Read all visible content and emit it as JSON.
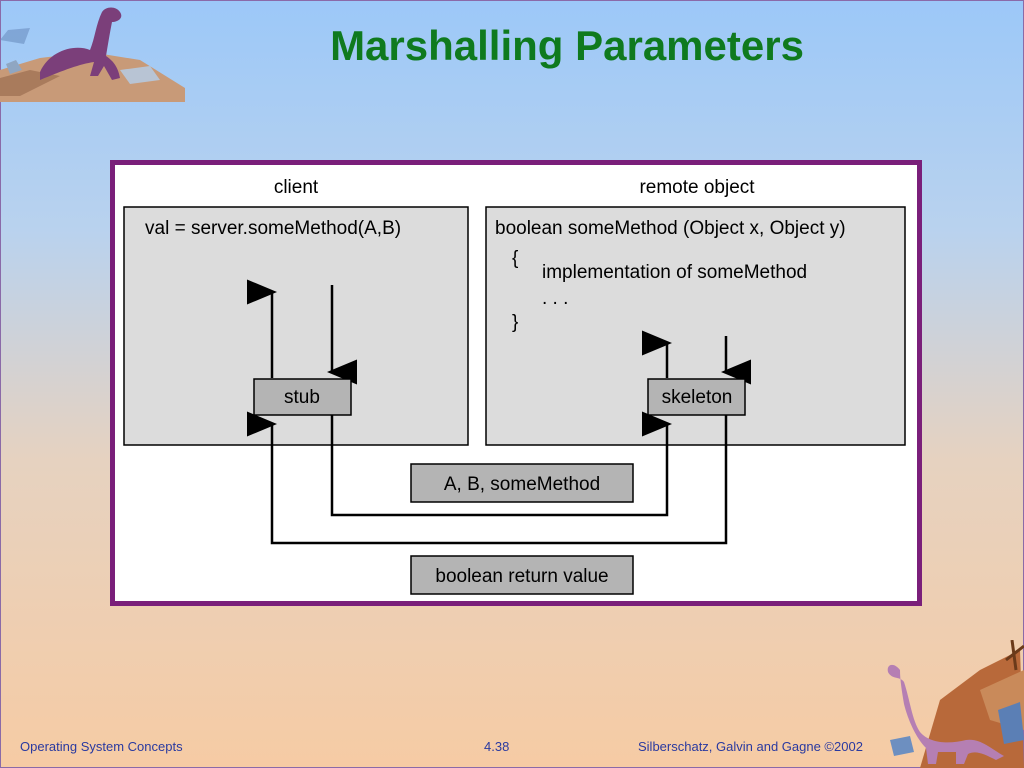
{
  "slide": {
    "title": "Marshalling Parameters"
  },
  "diagram": {
    "client_label": "client",
    "remote_label": "remote object",
    "client_code": "val = server.someMethod(A,B)",
    "remote_signature": "boolean someMethod (Object x, Object y)",
    "remote_open_brace": "{",
    "remote_impl": "implementation of someMethod",
    "remote_ellipsis": ". . .",
    "remote_close_brace": "}",
    "stub_label": "stub",
    "skeleton_label": "skeleton",
    "request_label": "A, B, someMethod",
    "response_label": "boolean return value"
  },
  "footer": {
    "left": "Operating System Concepts",
    "center": "4.38",
    "right": "Silberschatz, Galvin and  Gagne ©2002"
  }
}
